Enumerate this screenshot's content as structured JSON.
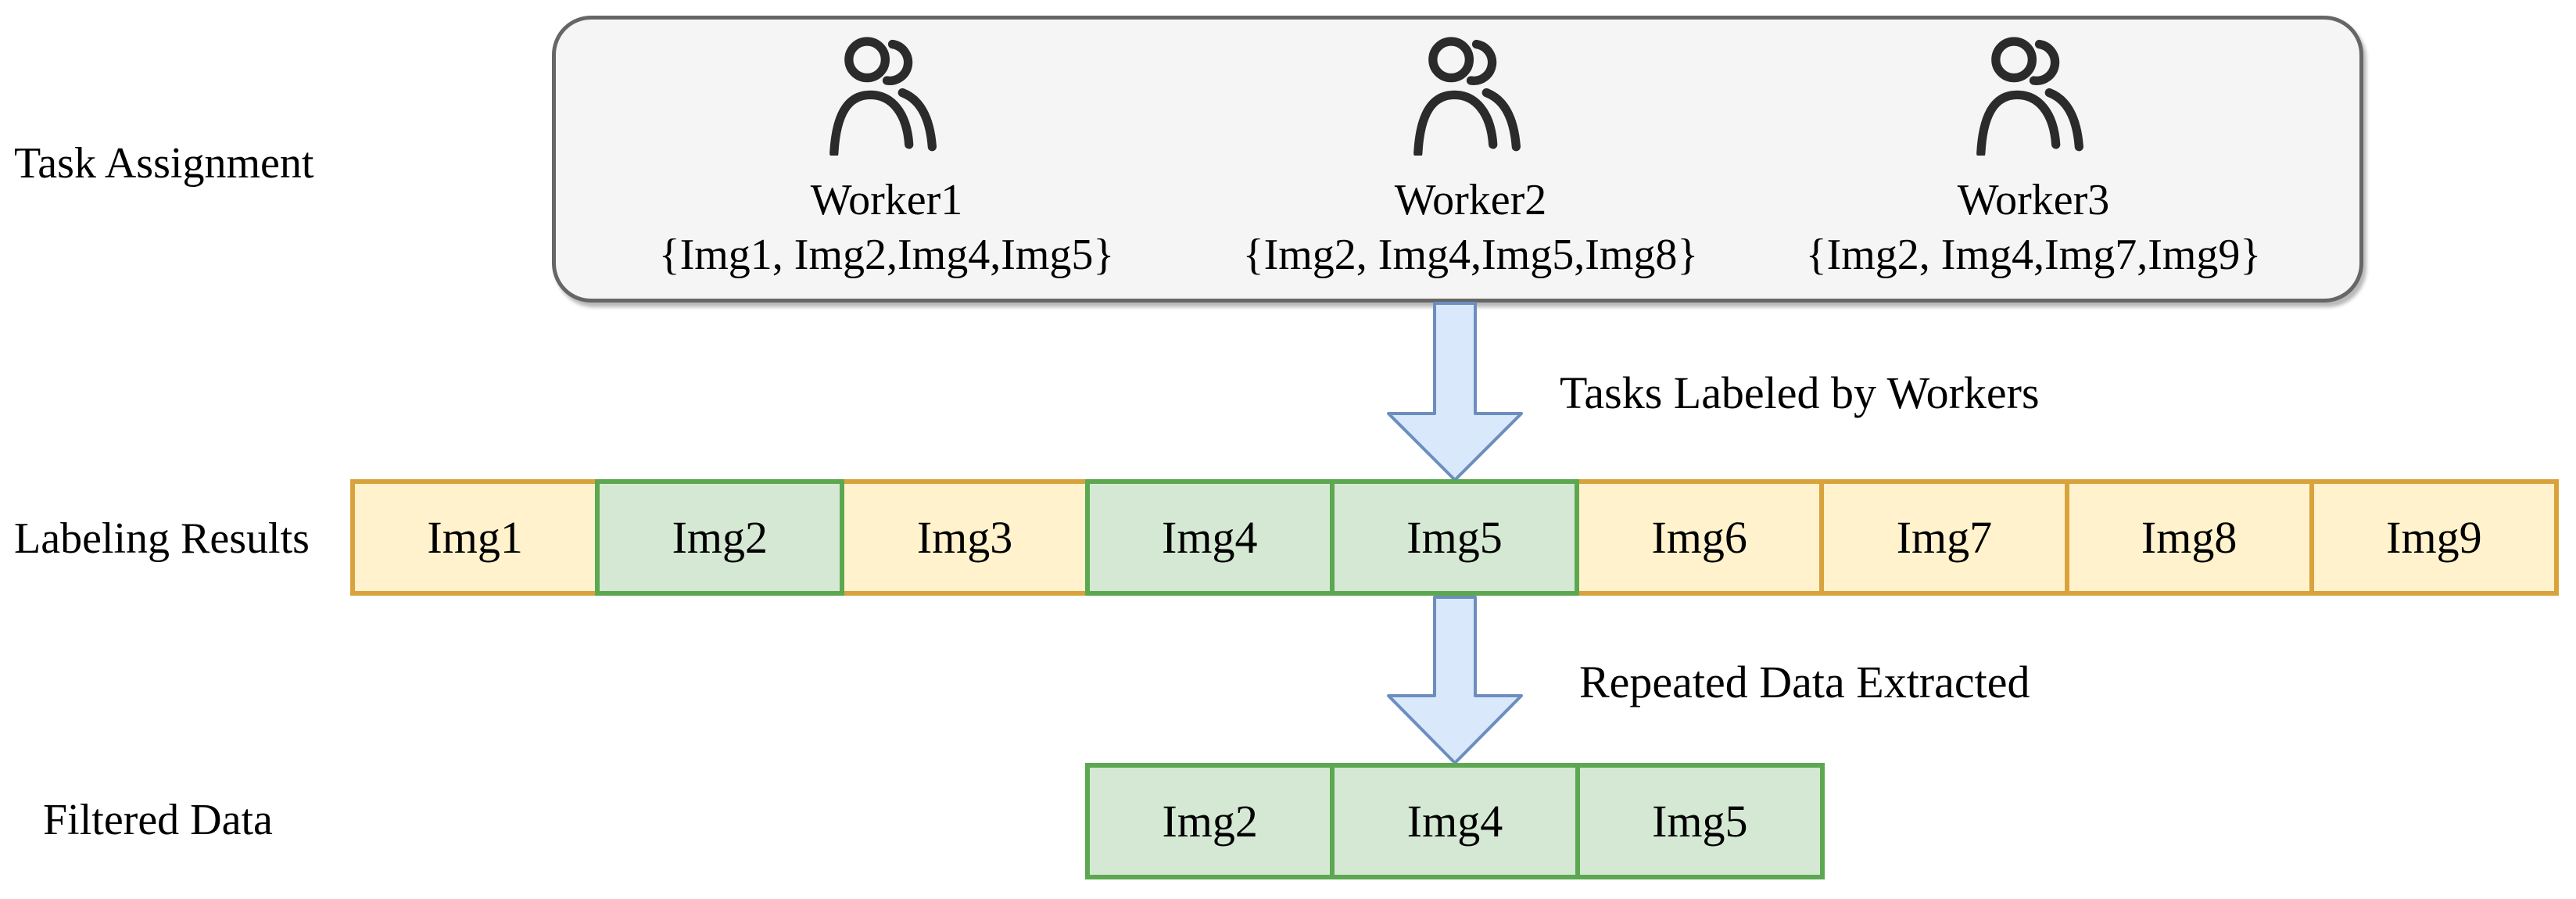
{
  "diagram": {
    "stage_labels": {
      "task_assignment": "Task Assignment",
      "labeling_results": "Labeling Results",
      "filtered_data": "Filtered Data"
    },
    "workers": [
      {
        "name": "Worker1",
        "assigned_set": "{Img1, Img2,Img4,Img5}"
      },
      {
        "name": "Worker2",
        "assigned_set": "{Img2, Img4,Img5,Img8}"
      },
      {
        "name": "Worker3",
        "assigned_set": "{Img2, Img4,Img7,Img9}"
      }
    ],
    "arrow_captions": {
      "labeled_by_workers": "Tasks Labeled by Workers",
      "repeated_extracted": "Repeated Data Extracted"
    },
    "labeling_results": [
      {
        "label": "Img1",
        "type": "yellow"
      },
      {
        "label": "Img2",
        "type": "green"
      },
      {
        "label": "Img3",
        "type": "yellow"
      },
      {
        "label": "Img4",
        "type": "green"
      },
      {
        "label": "Img5",
        "type": "green"
      },
      {
        "label": "Img6",
        "type": "yellow"
      },
      {
        "label": "Img7",
        "type": "yellow"
      },
      {
        "label": "Img8",
        "type": "yellow"
      },
      {
        "label": "Img9",
        "type": "yellow"
      }
    ],
    "filtered_data": [
      {
        "label": "Img2",
        "type": "green"
      },
      {
        "label": "Img4",
        "type": "green"
      },
      {
        "label": "Img5",
        "type": "green"
      }
    ]
  },
  "colors": {
    "yellow-fill": "#FFF2CC",
    "yellow-border": "#D8A33D",
    "green-fill": "#D5E8D4",
    "green-border": "#5CA850",
    "arrow-fill": "#DAE8FC",
    "arrow-border": "#6C8EBF",
    "panel-fill": "#F5F5F5",
    "panel-border": "#666666",
    "icon-stroke": "#2B2B2B",
    "text": "#000000",
    "bg": "#FFFFFF"
  }
}
